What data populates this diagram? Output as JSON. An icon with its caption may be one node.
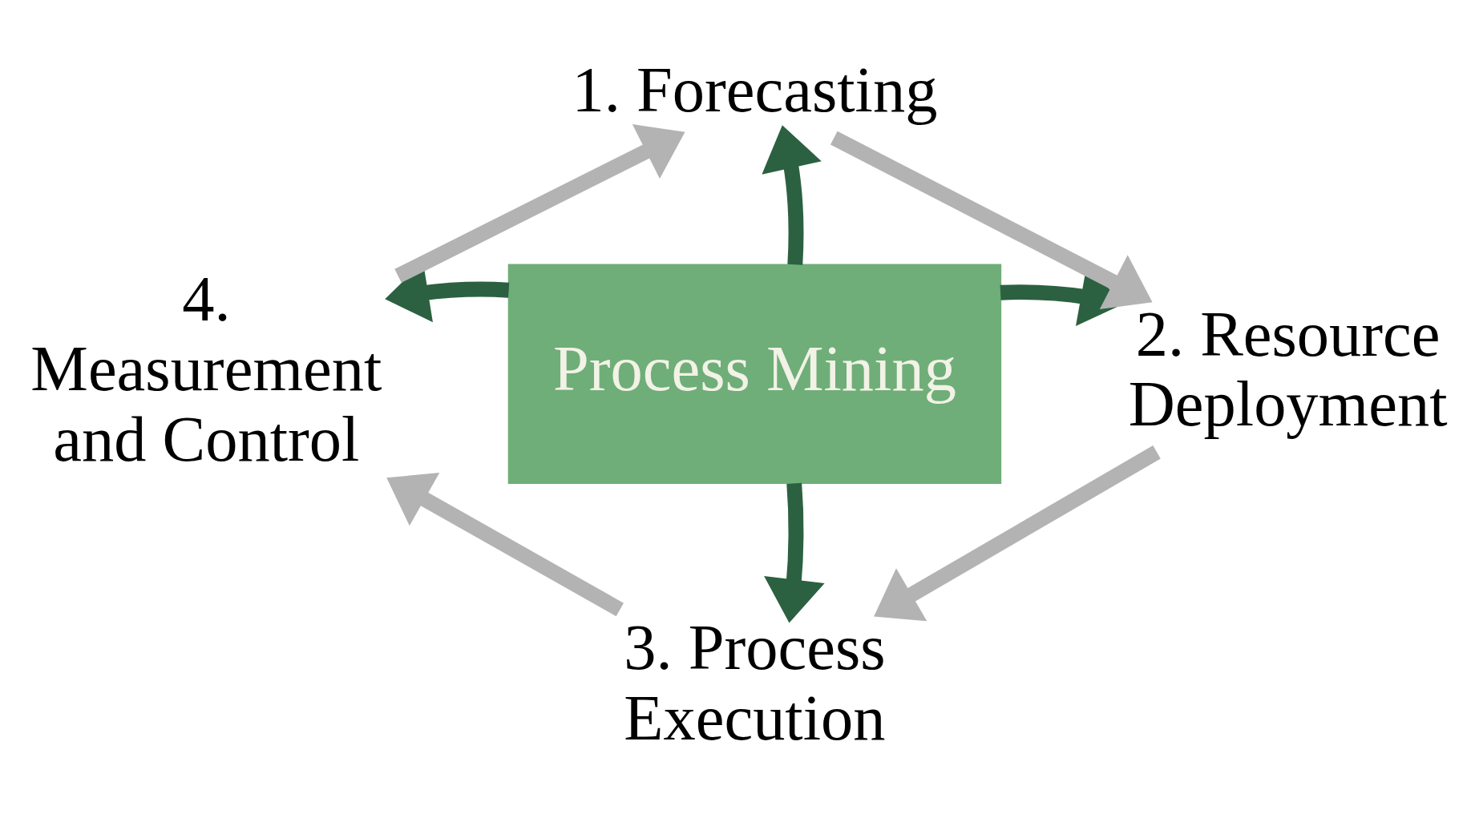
{
  "diagram": {
    "nodes": [
      {
        "text": [
          "Process Mining"
        ]
      },
      {
        "text": [
          "1. Forecasting"
        ]
      },
      {
        "text": [
          "2. Resource Deployment"
        ]
      },
      {
        "text": [
          "3. Process Execution"
        ]
      },
      {
        "text": [
          "4. Measurement and Control"
        ]
      }
    ],
    "edges": [
      {
        "from": 4,
        "to": 1,
        "arrow": "to",
        "color": "#b3b3b3"
      },
      {
        "from": 1,
        "to": 2,
        "arrow": "to",
        "color": "#b3b3b3"
      },
      {
        "from": 2,
        "to": 3,
        "arrow": "to",
        "color": "#b3b3b3"
      },
      {
        "from": 3,
        "to": 4,
        "arrow": "to",
        "color": "#b3b3b3"
      },
      {
        "from": 0,
        "to": 1,
        "arrow": "to",
        "color": "#2b6140"
      },
      {
        "from": 0,
        "to": 2,
        "arrow": "to",
        "color": "#2b6140"
      },
      {
        "from": 0,
        "to": 3,
        "arrow": "to",
        "color": "#2b6140"
      },
      {
        "from": 0,
        "to": 4,
        "arrow": "to",
        "color": "#2b6140"
      }
    ]
  }
}
